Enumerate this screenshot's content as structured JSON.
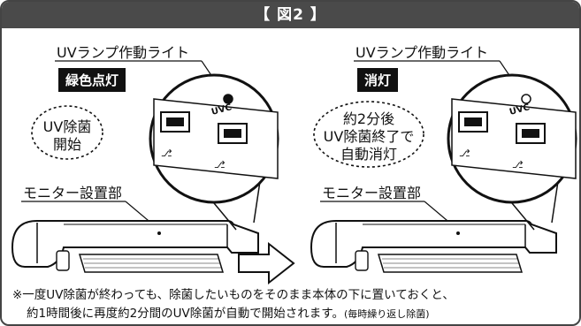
{
  "title": "【 図2 】",
  "left": {
    "lamp_label": "UVランプ作動ライト",
    "status_badge": "緑色点灯",
    "bubble_line1": "UV除菌",
    "bubble_line2": "開始",
    "monitor_label": "モニター設置部",
    "uvc_text": "UVC",
    "lamp_state": "on"
  },
  "right": {
    "lamp_label": "UVランプ作動ライト",
    "status_badge": "消灯",
    "bubble_line1": "約2分後",
    "bubble_line2": "UV除菌終了で",
    "bubble_line3": "自動消灯",
    "monitor_label": "モニター設置部",
    "uvc_text": "UVC",
    "lamp_state": "off"
  },
  "footnote": {
    "line1": "※一度UV除菌が終わっても、除菌したいものをそのまま本体の下に置いておくと、",
    "line2": "約1時間後に再度約2分間のUV除菌が自動で開始されます。",
    "line2_small": "(毎時繰り返し除菌)"
  },
  "colors": {
    "title_bg": "#4a4a4a",
    "badge_bg": "#111111",
    "lamp_on": "#111111",
    "lamp_off": "#ffffff"
  }
}
